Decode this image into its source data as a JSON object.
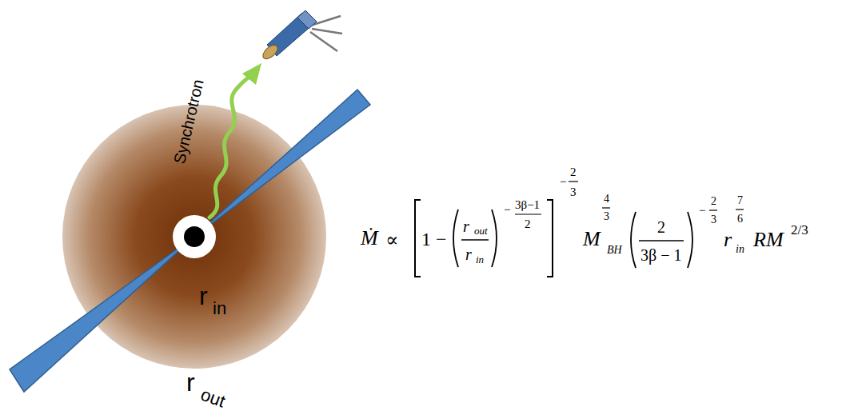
{
  "diagram": {
    "labels": [
      "Synchrotron",
      "r",
      "in",
      "r",
      "out",
      "Ṁ",
      "∝",
      "1 −",
      "r",
      "out",
      "r",
      "in",
      "−",
      "3β−1",
      "2",
      "−",
      "2",
      "3",
      "M",
      "4",
      "3",
      "BH",
      "2",
      "3β − 1",
      "−",
      "2",
      "3",
      "r",
      "7",
      "6",
      "in",
      "RM",
      "2/3"
    ]
  }
}
